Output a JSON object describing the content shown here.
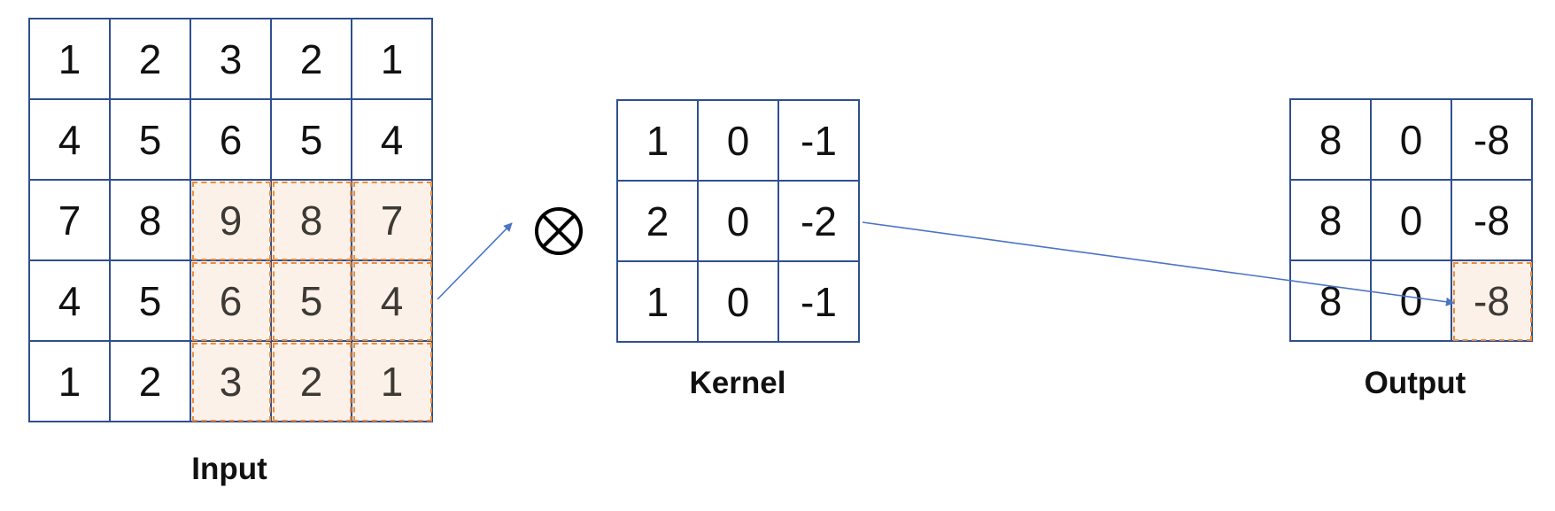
{
  "input": {
    "label": "Input",
    "rows": [
      [
        {
          "v": "1",
          "hl": false
        },
        {
          "v": "2",
          "hl": false
        },
        {
          "v": "3",
          "hl": false
        },
        {
          "v": "2",
          "hl": false
        },
        {
          "v": "1",
          "hl": false
        }
      ],
      [
        {
          "v": "4",
          "hl": false
        },
        {
          "v": "5",
          "hl": false
        },
        {
          "v": "6",
          "hl": false
        },
        {
          "v": "5",
          "hl": false
        },
        {
          "v": "4",
          "hl": false
        }
      ],
      [
        {
          "v": "7",
          "hl": false
        },
        {
          "v": "8",
          "hl": false
        },
        {
          "v": "9",
          "hl": true
        },
        {
          "v": "8",
          "hl": true
        },
        {
          "v": "7",
          "hl": true
        }
      ],
      [
        {
          "v": "4",
          "hl": false
        },
        {
          "v": "5",
          "hl": false
        },
        {
          "v": "6",
          "hl": true
        },
        {
          "v": "5",
          "hl": true
        },
        {
          "v": "4",
          "hl": true
        }
      ],
      [
        {
          "v": "1",
          "hl": false
        },
        {
          "v": "2",
          "hl": false
        },
        {
          "v": "3",
          "hl": true
        },
        {
          "v": "2",
          "hl": true
        },
        {
          "v": "1",
          "hl": true
        }
      ]
    ]
  },
  "kernel": {
    "label": "Kernel",
    "rows": [
      [
        {
          "v": "1",
          "hl": false
        },
        {
          "v": "0",
          "hl": false
        },
        {
          "v": "-1",
          "hl": false
        }
      ],
      [
        {
          "v": "2",
          "hl": false
        },
        {
          "v": "0",
          "hl": false
        },
        {
          "v": "-2",
          "hl": false
        }
      ],
      [
        {
          "v": "1",
          "hl": false
        },
        {
          "v": "0",
          "hl": false
        },
        {
          "v": "-1",
          "hl": false
        }
      ]
    ]
  },
  "output": {
    "label": "Output",
    "rows": [
      [
        {
          "v": "8",
          "hl": false
        },
        {
          "v": "0",
          "hl": false
        },
        {
          "v": "-8",
          "hl": false
        }
      ],
      [
        {
          "v": "8",
          "hl": false
        },
        {
          "v": "0",
          "hl": false
        },
        {
          "v": "-8",
          "hl": false
        }
      ],
      [
        {
          "v": "8",
          "hl": false
        },
        {
          "v": "0",
          "hl": false
        },
        {
          "v": "-8",
          "hl": true
        }
      ]
    ]
  },
  "operator_icon": "circled-times-icon",
  "colors": {
    "grid_border": "#2f4f8f",
    "highlight_fill": "#fcf1e8",
    "highlight_border": "#ee8c3d",
    "arrow": "#4a74c4"
  }
}
